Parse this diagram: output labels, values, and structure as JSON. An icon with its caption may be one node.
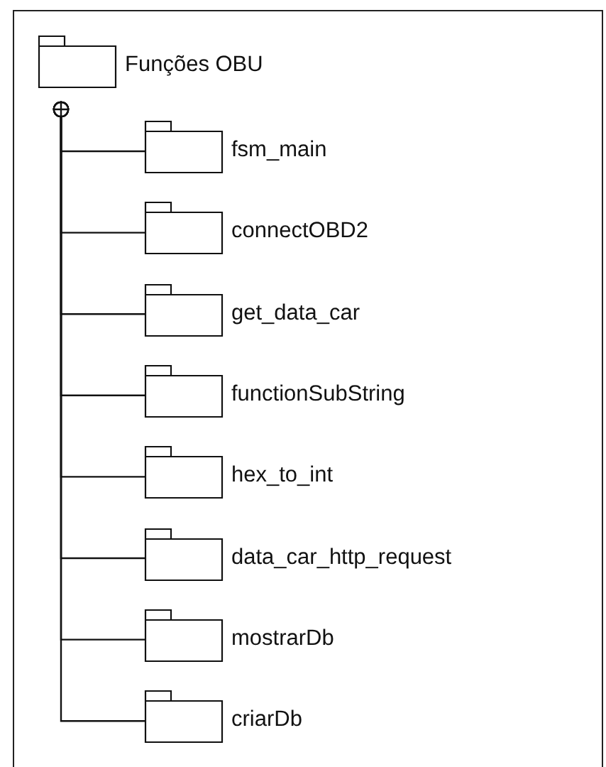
{
  "diagram": {
    "nodes": [
      {
        "text": [
          "Funções OBU"
        ]
      },
      {
        "text": [
          "fsm_main"
        ]
      },
      {
        "text": [
          "connectOBD2"
        ]
      },
      {
        "text": [
          "get_data_car"
        ]
      },
      {
        "text": [
          "functionSubString"
        ]
      },
      {
        "text": [
          "hex_to_int"
        ]
      },
      {
        "text": [
          "data_car_http_request"
        ]
      },
      {
        "text": [
          "mostrarDb"
        ]
      },
      {
        "text": [
          "criarDb"
        ]
      }
    ],
    "edges": [
      {
        "from": 0,
        "to": 1,
        "arrow": "other"
      },
      {
        "from": 0,
        "to": 2,
        "arrow": "other"
      },
      {
        "from": 0,
        "to": 3,
        "arrow": "other"
      },
      {
        "from": 0,
        "to": 4,
        "arrow": "other"
      },
      {
        "from": 0,
        "to": 5,
        "arrow": "other"
      },
      {
        "from": 0,
        "to": 6,
        "arrow": "other"
      },
      {
        "from": 0,
        "to": 7,
        "arrow": "other"
      },
      {
        "from": 0,
        "to": 8,
        "arrow": "other"
      }
    ]
  }
}
